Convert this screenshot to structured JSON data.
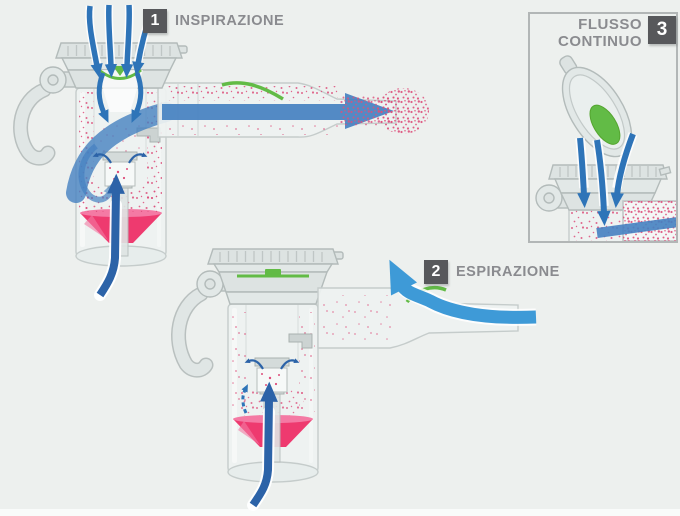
{
  "steps": [
    {
      "number": "1",
      "label": "INSPIRAZIONE"
    },
    {
      "number": "2",
      "label": "ESPIRAZIONE"
    },
    {
      "number": "3",
      "label": "FLUSSO CONTINUO",
      "label_line1": "FLUSSO",
      "label_line2": "CONTINUO"
    }
  ],
  "colors": {
    "background": "#edf0ee",
    "badge_bg": "#57585b",
    "label_gray": "#8a8b8f",
    "arrow_blue": "#2e74b8",
    "deep_blue": "#2c63a8",
    "aerosol_blue": "#4581c1",
    "exhale_blue": "#3e9ad7",
    "valve_green": "#62bb46",
    "medication_pink": "#ee3a6f",
    "mist_pink": "#dd4f7b"
  },
  "icons": {
    "inhale_arrows": "down-arrows-icon",
    "aerosol_flow": "right-arrow-icon",
    "exhale_arrow": "up-left-arrow-icon",
    "continuous_flow_arrows": "down-arrows-icon"
  }
}
